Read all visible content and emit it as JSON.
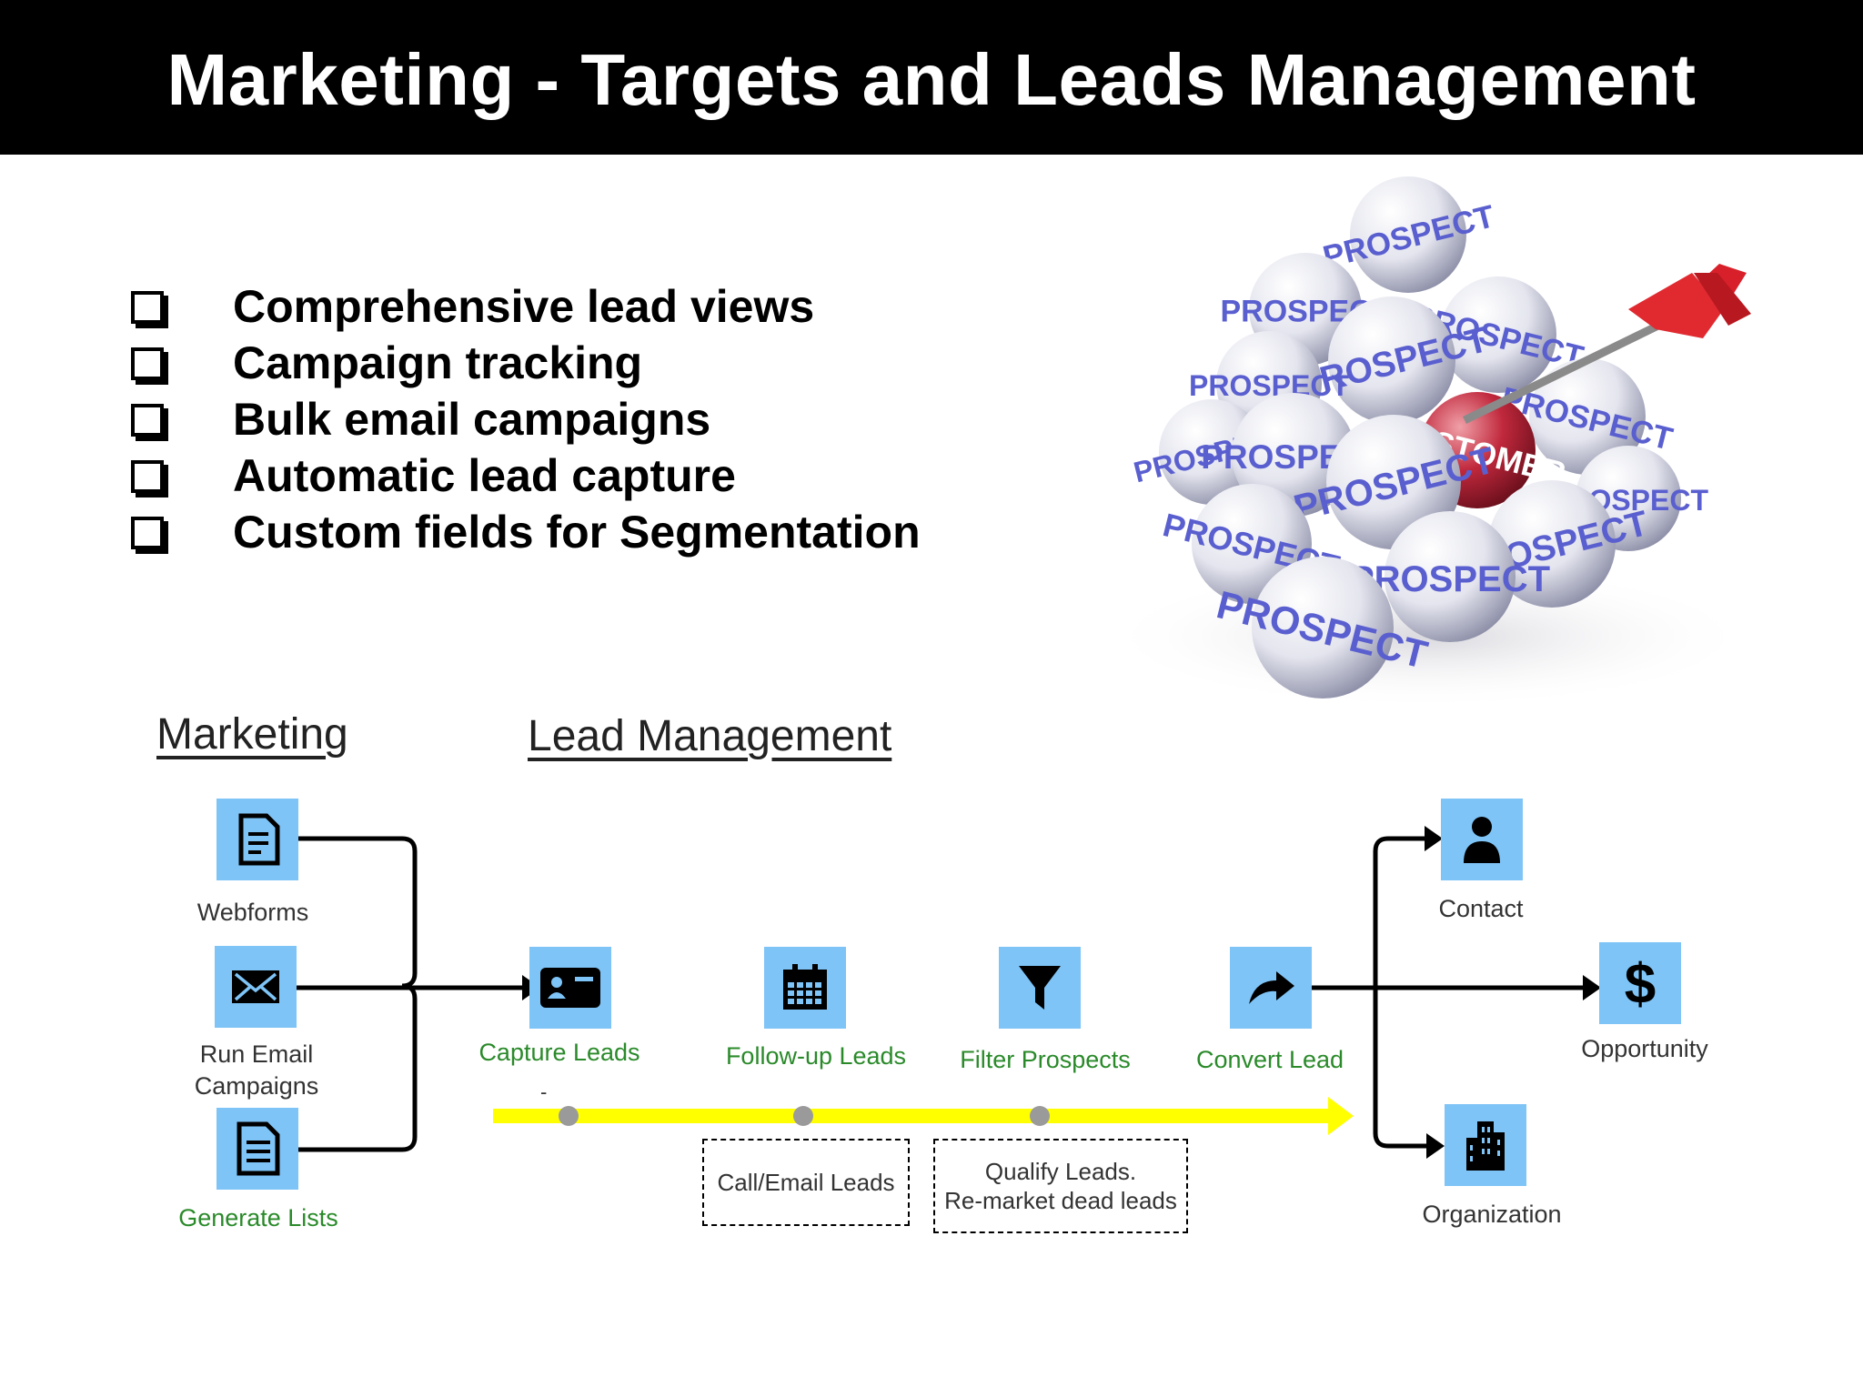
{
  "title": "Marketing - Targets and Leads Management",
  "features": [
    "Comprehensive lead views",
    "Campaign tracking",
    "Bulk email campaigns",
    "Automatic lead capture",
    "Custom fields for Segmentation"
  ],
  "diagram": {
    "marketing_heading": "Marketing",
    "lead_heading": "Lead Management",
    "sources": [
      {
        "label": "Webforms",
        "icon": "document-icon"
      },
      {
        "label": "Run Email\nCampaigns",
        "icon": "envelope-icon"
      },
      {
        "label": "Generate Lists",
        "icon": "list-document-icon"
      }
    ],
    "stages": [
      {
        "label": "Capture Leads",
        "icon": "id-card-icon"
      },
      {
        "label": "Follow-up Leads",
        "icon": "calendar-icon"
      },
      {
        "label": "Filter Prospects",
        "icon": "funnel-icon"
      },
      {
        "label": "Convert Lead",
        "icon": "share-arrow-icon"
      }
    ],
    "outcomes": [
      {
        "label": "Contact",
        "icon": "person-icon"
      },
      {
        "label": "Opportunity",
        "icon": "dollar-icon"
      },
      {
        "label": "Organization",
        "icon": "building-icon"
      }
    ],
    "notes": [
      "Call/Email Leads",
      "Qualify Leads.\nRe-market dead leads"
    ],
    "timeline_dash": "-"
  },
  "image": {
    "ball_words": [
      "PROSPECT",
      "CUSTOMER"
    ]
  },
  "colors": {
    "tile": "#7ec4f7",
    "timeline": "#ffff00",
    "green_label": "#2a8a2a",
    "prospect_text": "#5a5fcf",
    "customer_ball": "#c0283c",
    "dart": "#d8202a"
  }
}
